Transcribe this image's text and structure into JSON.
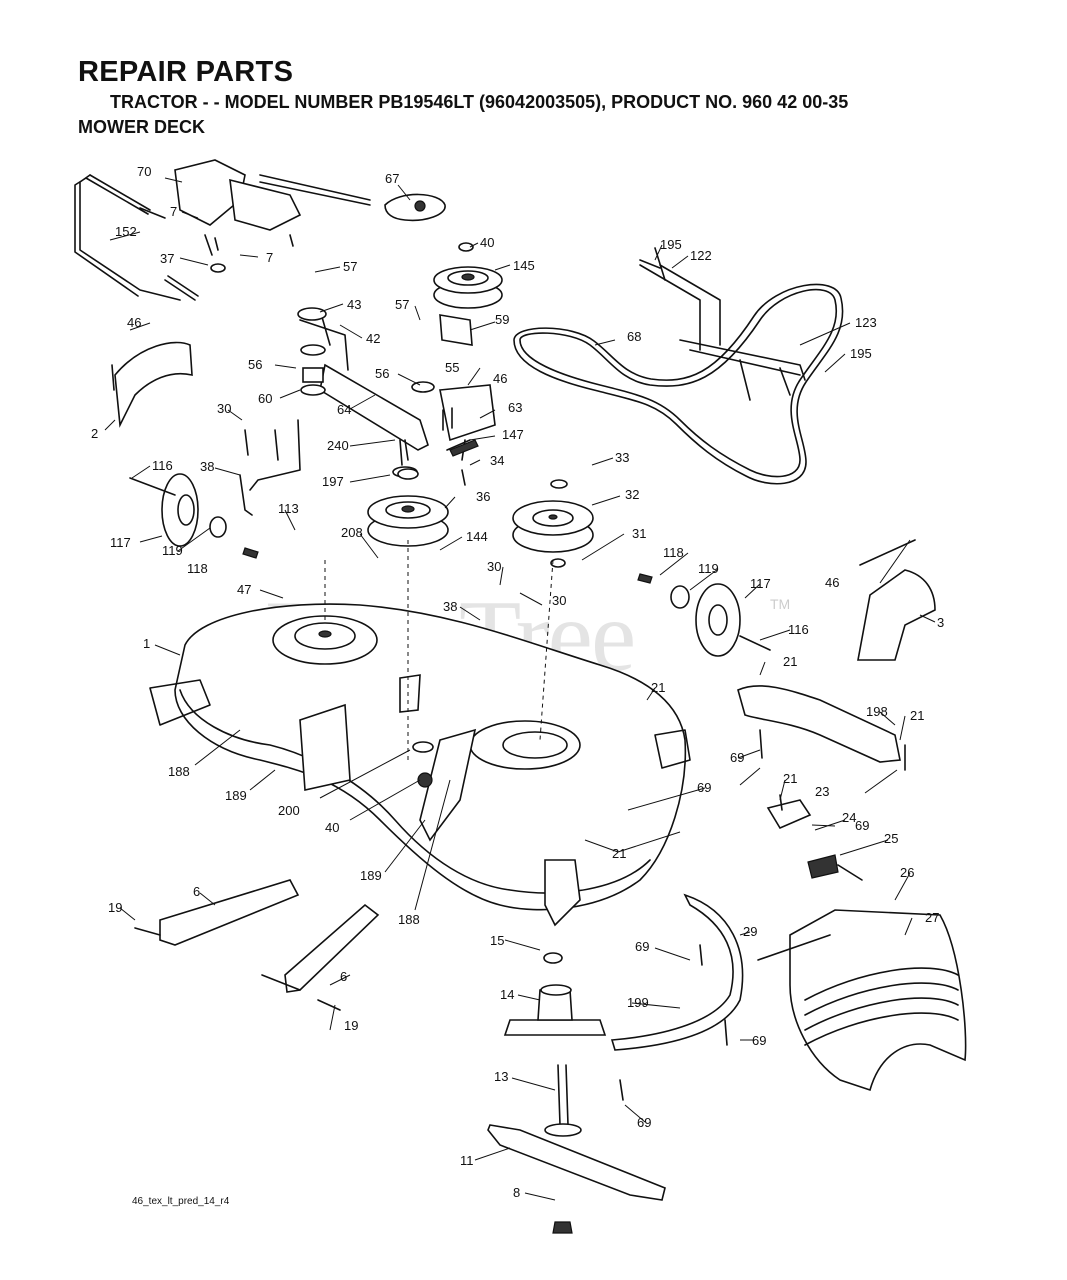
{
  "header": {
    "title": "REPAIR PARTS",
    "subtitle": "TRACTOR - - MODEL NUMBER PB19546LT (96042003505), PRODUCT NO. 960 42 00-35",
    "section": "MOWER DECK"
  },
  "footer": {
    "drawing_code": "46_tex_lt_pred_14_r4"
  },
  "watermark": {
    "text": "PartsTree",
    "trademark": "TM"
  },
  "callouts": [
    {
      "label": "70"
    },
    {
      "label": "67"
    },
    {
      "label": "7"
    },
    {
      "label": "152"
    },
    {
      "label": "7"
    },
    {
      "label": "37"
    },
    {
      "label": "40"
    },
    {
      "label": "145"
    },
    {
      "label": "195"
    },
    {
      "label": "122"
    },
    {
      "label": "57"
    },
    {
      "label": "43"
    },
    {
      "label": "42"
    },
    {
      "label": "57"
    },
    {
      "label": "59"
    },
    {
      "label": "68"
    },
    {
      "label": "123"
    },
    {
      "label": "195"
    },
    {
      "label": "46"
    },
    {
      "label": "56"
    },
    {
      "label": "56"
    },
    {
      "label": "55"
    },
    {
      "label": "60"
    },
    {
      "label": "46"
    },
    {
      "label": "64"
    },
    {
      "label": "63"
    },
    {
      "label": "2"
    },
    {
      "label": "30"
    },
    {
      "label": "147"
    },
    {
      "label": "240"
    },
    {
      "label": "34"
    },
    {
      "label": "116"
    },
    {
      "label": "38"
    },
    {
      "label": "197"
    },
    {
      "label": "33"
    },
    {
      "label": "36"
    },
    {
      "label": "32"
    },
    {
      "label": "113"
    },
    {
      "label": "208"
    },
    {
      "label": "31"
    },
    {
      "label": "117"
    },
    {
      "label": "119"
    },
    {
      "label": "144"
    },
    {
      "label": "118"
    },
    {
      "label": "30"
    },
    {
      "label": "118"
    },
    {
      "label": "119"
    },
    {
      "label": "46"
    },
    {
      "label": "47"
    },
    {
      "label": "117"
    },
    {
      "label": "30"
    },
    {
      "label": "38"
    },
    {
      "label": "3"
    },
    {
      "label": "1"
    },
    {
      "label": "116"
    },
    {
      "label": "21"
    },
    {
      "label": "21"
    },
    {
      "label": "198"
    },
    {
      "label": "21"
    },
    {
      "label": "188"
    },
    {
      "label": "69"
    },
    {
      "label": "69"
    },
    {
      "label": "21"
    },
    {
      "label": "23"
    },
    {
      "label": "69"
    },
    {
      "label": "189"
    },
    {
      "label": "200"
    },
    {
      "label": "40"
    },
    {
      "label": "24"
    },
    {
      "label": "25"
    },
    {
      "label": "21"
    },
    {
      "label": "189"
    },
    {
      "label": "26"
    },
    {
      "label": "6"
    },
    {
      "label": "19"
    },
    {
      "label": "188"
    },
    {
      "label": "27"
    },
    {
      "label": "29"
    },
    {
      "label": "15"
    },
    {
      "label": "69"
    },
    {
      "label": "6"
    },
    {
      "label": "14"
    },
    {
      "label": "19"
    },
    {
      "label": "199"
    },
    {
      "label": "69"
    },
    {
      "label": "13"
    },
    {
      "label": "69"
    },
    {
      "label": "11"
    },
    {
      "label": "8"
    }
  ]
}
